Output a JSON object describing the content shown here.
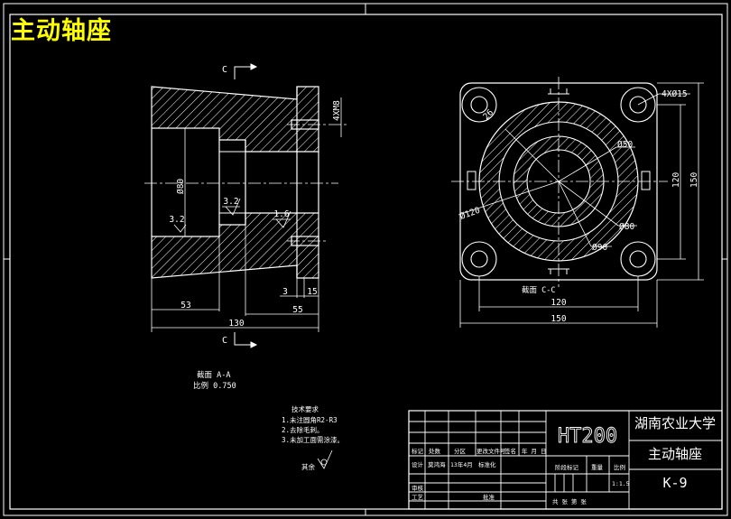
{
  "drawing": {
    "title": "主动轴座",
    "section_cc_label": "C",
    "section_cc_bottom_label": "C",
    "view_aa_title": "截面  A-A",
    "view_aa_scale": "比例 0.750",
    "view_cc_title": "截面  C-C",
    "surface_note": "其余",
    "tech_req": {
      "heading": "技术要求",
      "items": [
        "1.未注圆角R2-R3",
        "2.去除毛刺。",
        "3.未加工面需涂漆。"
      ]
    },
    "dims_left": {
      "thread": "4XM8",
      "bore_dia": "Ø80",
      "rough_1": "3.2",
      "rough_2": "1.6",
      "rough_3": "3.2",
      "d_53": "53",
      "d_130": "130",
      "d_55": "55",
      "d_3": "3",
      "d_15": "15"
    },
    "dims_right": {
      "holes": "4XØ15",
      "d_26": "26",
      "d_50": "Ø50",
      "d_120_dia": "Ø120",
      "d_80": "Ø80",
      "d_90": "Ø90",
      "d_120_v": "120",
      "d_150_v": "150",
      "d_120_h": "120",
      "d_150_h": "150"
    },
    "title_block": {
      "material": "HT200",
      "school": "湖南农业大学",
      "part_name": "主动轴座",
      "drawing_no": "K-9",
      "scale_value": "1:1.5",
      "row_labels": [
        "标记",
        "处数",
        "分区",
        "更改文件号",
        "签名",
        "年 月 日"
      ],
      "designer_row": [
        "设计",
        "莫鸿海",
        "13年4月",
        "标准化"
      ],
      "stage_label": "阶段标记",
      "weight_label": "重量",
      "scale_label": "比例",
      "sheet_label": "共    张  第    张",
      "review_label": "审核",
      "process_label": "工艺",
      "approve_label": "批准"
    }
  }
}
